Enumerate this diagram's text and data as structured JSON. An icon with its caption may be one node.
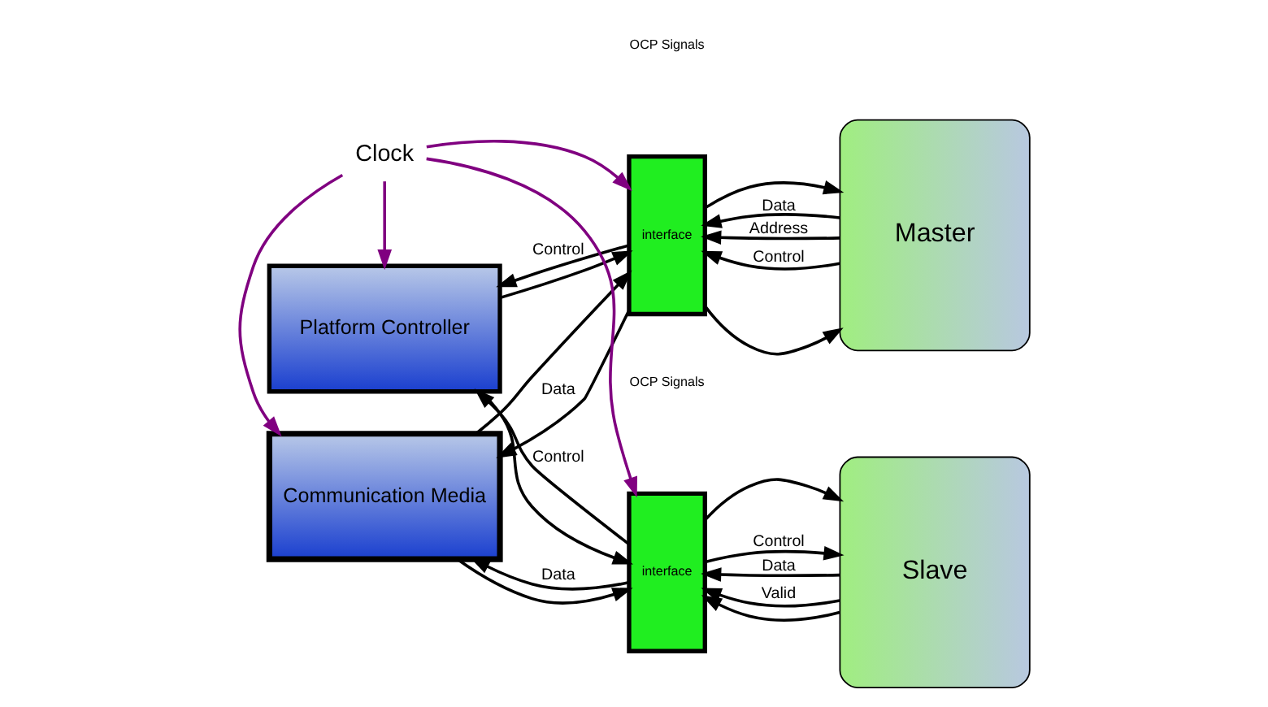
{
  "diagram": {
    "nodes": [
      {
        "text": [
          "Communication Media"
        ]
      },
      {
        "text": [
          "Master"
        ]
      },
      {
        "text": [
          "interface"
        ]
      },
      {
        "text": [
          "Platform Controller"
        ]
      },
      {
        "text": [
          "interface"
        ]
      },
      {
        "text": [
          "Slave"
        ]
      },
      {
        "text": [
          "Clock"
        ]
      }
    ],
    "edges": [
      {
        "from": 2,
        "to": 0,
        "arrow": "to",
        "label": "Data"
      },
      {
        "from": 0,
        "to": 2,
        "arrow": "to"
      },
      {
        "from": 4,
        "to": 0,
        "arrow": "to",
        "label": "Data"
      },
      {
        "from": 0,
        "to": 4,
        "arrow": "to"
      },
      {
        "from": 1,
        "to": 2,
        "arrow": "to",
        "label": "Data"
      },
      {
        "from": 2,
        "to": 1,
        "arrow": "to"
      },
      {
        "from": 1,
        "to": 2,
        "arrow": "to",
        "label": "Address"
      },
      {
        "from": 2,
        "to": 1,
        "arrow": "to"
      },
      {
        "from": 1,
        "to": 2,
        "arrow": "to",
        "label": "Control"
      },
      {
        "from": 2,
        "to": 3,
        "arrow": "to",
        "label": "Control"
      },
      {
        "from": 3,
        "to": 2,
        "arrow": "to"
      },
      {
        "from": 3,
        "to": 4,
        "arrow": "to"
      },
      {
        "from": 4,
        "to": 3,
        "arrow": "to",
        "label": "Control"
      },
      {
        "from": 5,
        "to": 4,
        "arrow": "to",
        "label": "Data"
      },
      {
        "from": 4,
        "to": 5,
        "arrow": "to"
      },
      {
        "from": 5,
        "to": 4,
        "arrow": "to",
        "label": "Valid"
      },
      {
        "from": 4,
        "to": 5,
        "arrow": "to",
        "label": "Control"
      },
      {
        "from": 5,
        "to": 4,
        "arrow": "to"
      },
      {
        "from": 6,
        "to": 3,
        "arrow": "to",
        "color": "#800080"
      },
      {
        "from": 6,
        "to": 0,
        "arrow": "to",
        "color": "#800080"
      },
      {
        "from": 6,
        "to": 2,
        "arrow": "to",
        "color": "#800080"
      },
      {
        "from": 6,
        "to": 4,
        "arrow": "to",
        "color": "#800080"
      }
    ],
    "labels": [
      "OCP Signals",
      "OCP Signals"
    ]
  }
}
